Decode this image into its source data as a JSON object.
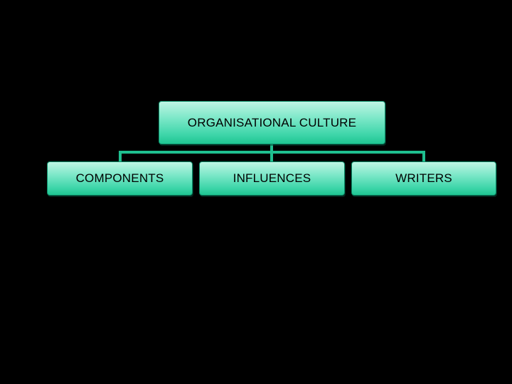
{
  "diagram": {
    "root": {
      "label": "ORGANISATIONAL CULTURE"
    },
    "children": [
      {
        "label": "COMPONENTS"
      },
      {
        "label": "INFLUENCES"
      },
      {
        "label": "WRITERS"
      }
    ]
  },
  "colors": {
    "background": "#000000",
    "node_fill": "#5fdfb9",
    "connector": "#1fbf8f",
    "text": "#000000"
  }
}
